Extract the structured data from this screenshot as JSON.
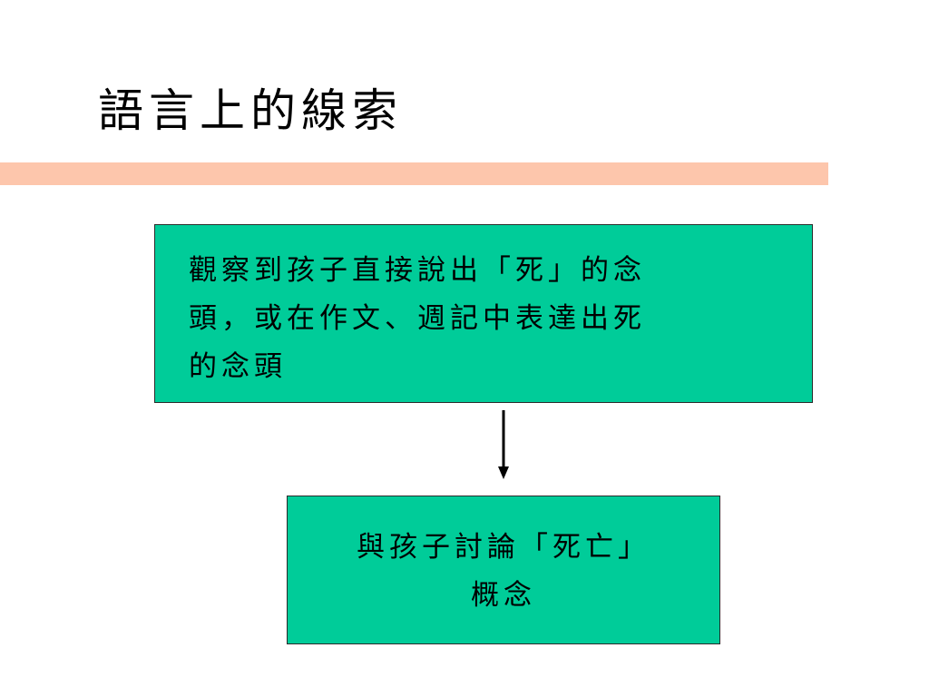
{
  "title": "語言上的線索",
  "colors": {
    "title_bar": "#fdc6ac",
    "box_fill": "#00cc99",
    "box_border": "#2b2b2b",
    "arrow": "#000000"
  },
  "flow": {
    "step1": {
      "line1": "觀察到孩子直接說出「死」的念",
      "line2": "頭，或在作文、週記中表達出死",
      "line3": "的念頭"
    },
    "step2": {
      "line1": "與孩子討論「死亡」",
      "line2": "概念"
    }
  }
}
